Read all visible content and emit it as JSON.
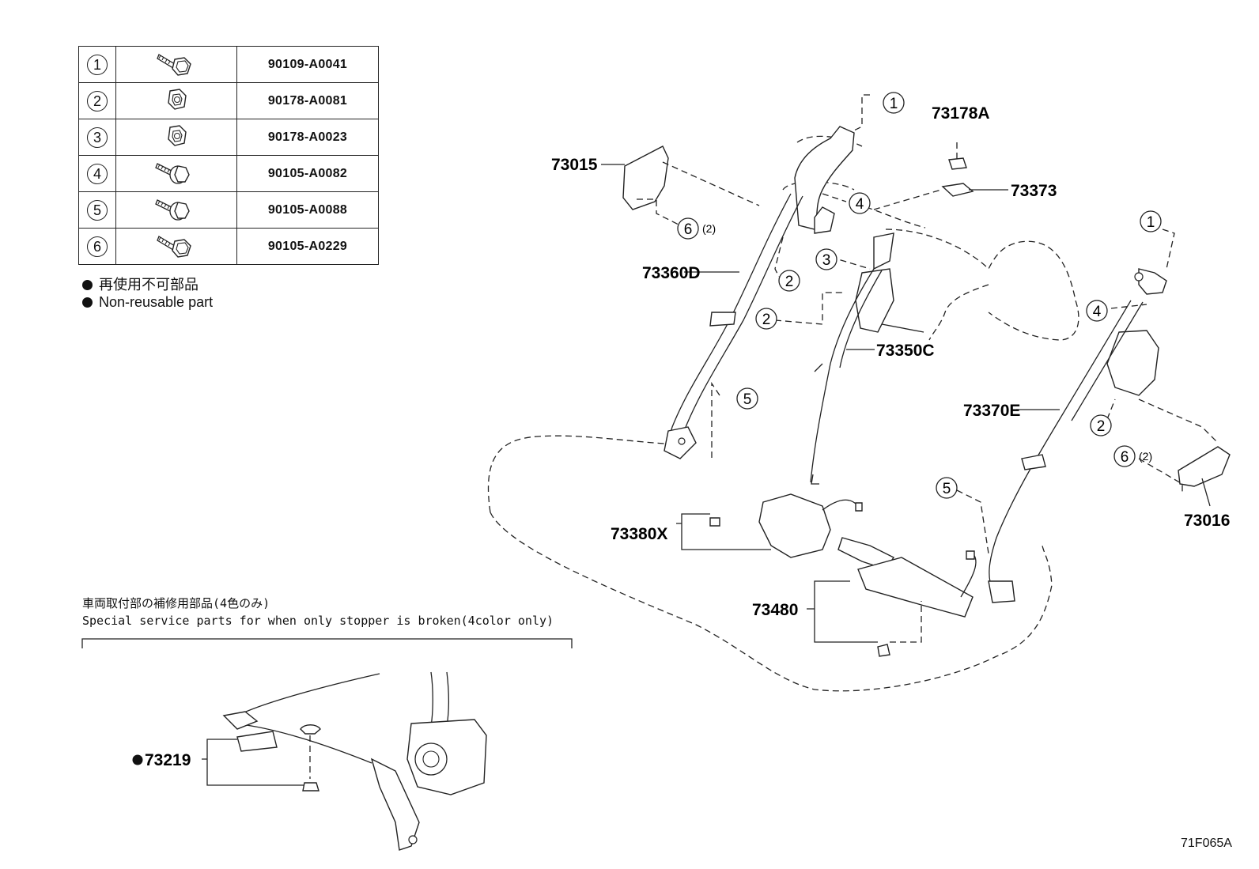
{
  "legend": {
    "rows": [
      {
        "num": "1",
        "icon": "flange-bolt-icon",
        "code": "90109-A0041"
      },
      {
        "num": "2",
        "icon": "hex-nut-icon",
        "code": "90178-A0081"
      },
      {
        "num": "3",
        "icon": "hex-nut-icon",
        "code": "90178-A0023"
      },
      {
        "num": "4",
        "icon": "hex-bolt-icon",
        "code": "90105-A0082"
      },
      {
        "num": "5",
        "icon": "hex-bolt-icon",
        "code": "90105-A0088"
      },
      {
        "num": "6",
        "icon": "flange-bolt-icon",
        "code": "90105-A0229"
      }
    ],
    "note_jp": "再使用不可部品",
    "note_en": "Non-reusable part"
  },
  "service": {
    "title_jp": "車両取付部の補修用部品(4色のみ)",
    "title_en": "Special service parts for when only stopper is broken(4color only)",
    "part": "73219"
  },
  "callouts": {
    "p73015": "73015",
    "p73360D": "73360D",
    "p73178A": "73178A",
    "p73373": "73373",
    "p73350C": "73350C",
    "p73370E": "73370E",
    "p73016": "73016",
    "p73380X": "73380X",
    "p73480": "73480",
    "qty2": "(2)",
    "qty2b": "(2)",
    "n1": "1",
    "n1b": "1",
    "n2a": "2",
    "n2b": "2",
    "n2c": "2",
    "n3": "3",
    "n4a": "4",
    "n4b": "4",
    "n5a": "5",
    "n5b": "5",
    "n6a": "6",
    "n6b": "6"
  },
  "figure_id": "71F065A"
}
